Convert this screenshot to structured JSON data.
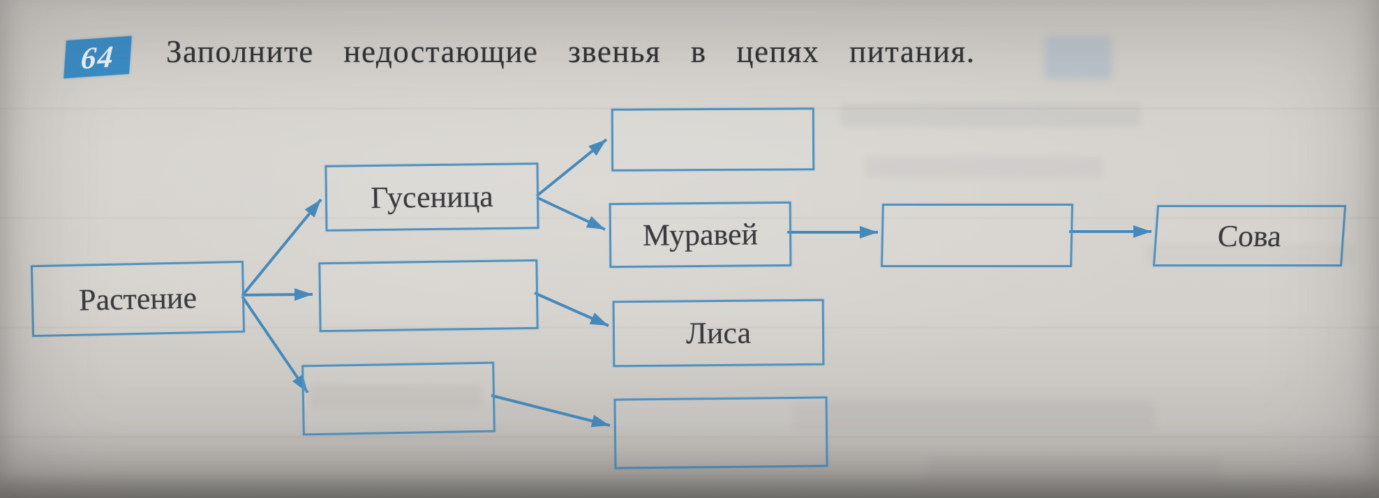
{
  "page": {
    "kind": "photographed textbook exercise",
    "language": "ru",
    "task_number": "64",
    "title": "Заполните недостающие звенья в цепях питания."
  },
  "colors": {
    "badge_blue": "#3a8cc6",
    "arrow_blue": "#4589bb",
    "box_border_blue": "#4f92c0",
    "ink": "#393b40",
    "paper": "#d4d1cc"
  },
  "diagram": {
    "nodes": [
      {
        "id": "plant",
        "label": "Растение",
        "type": "filled"
      },
      {
        "id": "caterpillar",
        "label": "Гусеница",
        "type": "filled"
      },
      {
        "id": "blank-top",
        "label": "",
        "type": "blank"
      },
      {
        "id": "ant",
        "label": "Муравей",
        "type": "filled"
      },
      {
        "id": "blank-after-ant",
        "label": "",
        "type": "blank"
      },
      {
        "id": "owl",
        "label": "Сова",
        "type": "filled"
      },
      {
        "id": "blank-middle",
        "label": "",
        "type": "blank"
      },
      {
        "id": "fox",
        "label": "Лиса",
        "type": "filled"
      },
      {
        "id": "blank-bottom",
        "label": "",
        "type": "blank"
      },
      {
        "id": "blank-bottom-right",
        "label": "",
        "type": "blank"
      }
    ],
    "edges": [
      {
        "from": "plant",
        "to": "caterpillar"
      },
      {
        "from": "plant",
        "to": "blank-middle"
      },
      {
        "from": "plant",
        "to": "blank-bottom"
      },
      {
        "from": "caterpillar",
        "to": "blank-top"
      },
      {
        "from": "caterpillar",
        "to": "ant"
      },
      {
        "from": "ant",
        "to": "blank-after-ant"
      },
      {
        "from": "blank-after-ant",
        "to": "owl"
      },
      {
        "from": "blank-middle",
        "to": "fox"
      },
      {
        "from": "blank-bottom",
        "to": "blank-bottom-right"
      }
    ]
  }
}
